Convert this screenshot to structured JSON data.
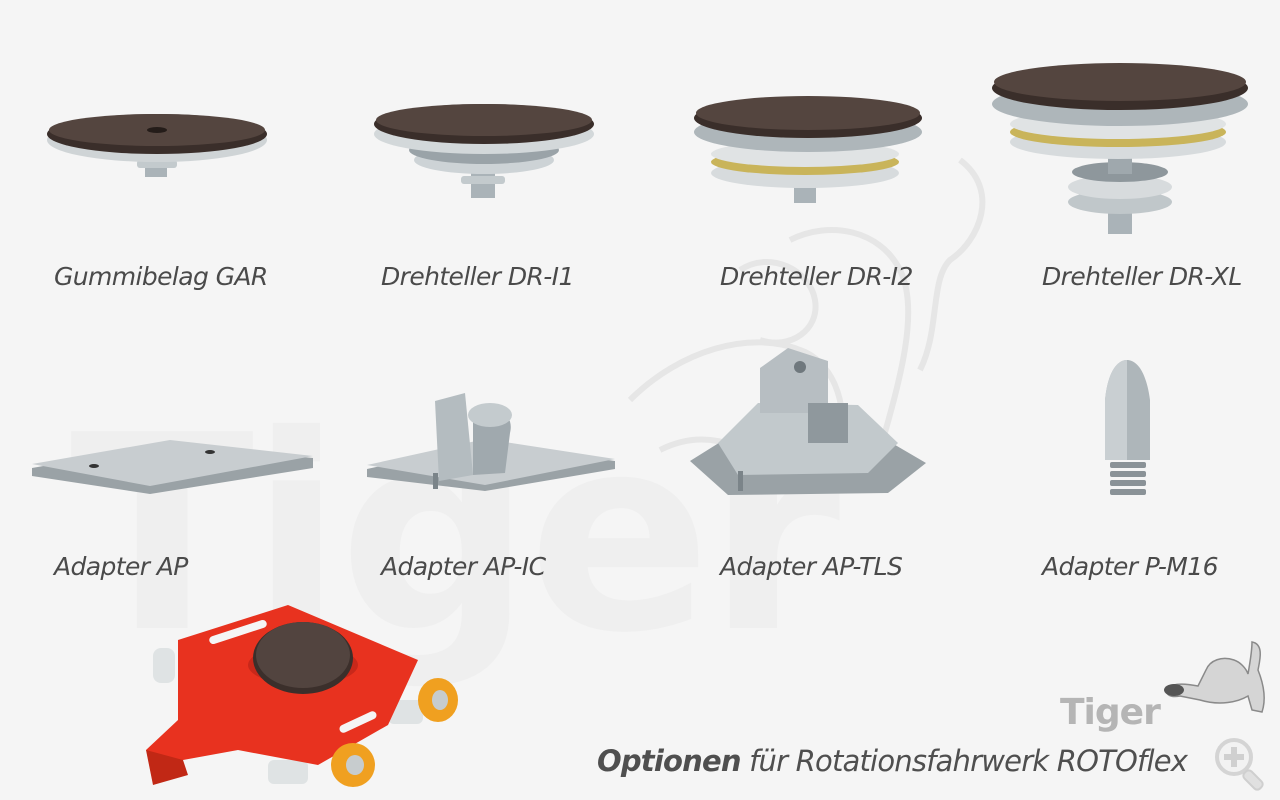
{
  "watermark": {
    "text": "Tiger"
  },
  "products": [
    {
      "label": "Gummibelag GAR"
    },
    {
      "label": "Drehteller DR-I1"
    },
    {
      "label": "Drehteller DR-I2"
    },
    {
      "label": "Drehteller DR-XL"
    },
    {
      "label": "Adapter AP"
    },
    {
      "label": "Adapter AP-IC"
    },
    {
      "label": "Adapter AP-TLS"
    },
    {
      "label": "Adapter P-M16"
    }
  ],
  "caption": {
    "bold": "Optionen",
    "rest": " für Rotationsfahrwerk ROTOflex"
  },
  "logo": {
    "text": "Tiger"
  },
  "zoom_button": {
    "icon": "zoom-in-icon"
  },
  "colors": {
    "background": "#f5f5f5",
    "text": "#4a4a4a",
    "rubber": "#3b2f2b",
    "steel": "#b8c0c4",
    "brass": "#c9b45a",
    "red": "#e8321f",
    "wheel": "#f0a020",
    "logo": "#b5b5b5"
  }
}
